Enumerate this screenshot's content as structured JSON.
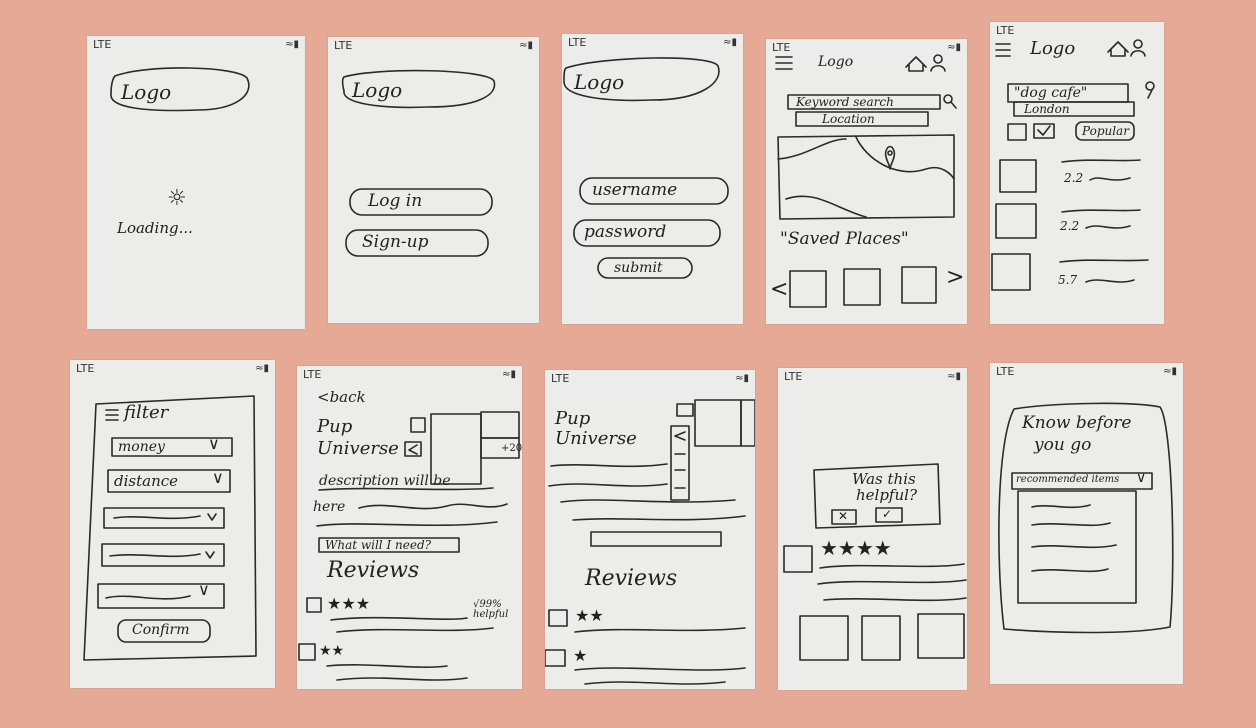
{
  "status_bar": {
    "carrier": "LTE",
    "signal": "≈▮"
  },
  "screens": {
    "loading": {
      "logo": "Logo",
      "spinner": "☼",
      "message": "Loading..."
    },
    "welcome": {
      "logo": "Logo",
      "login": "Log in",
      "signup": "Sign-up"
    },
    "login": {
      "logo": "Logo",
      "username": "username",
      "password": "password",
      "submit": "submit"
    },
    "search": {
      "logo": "Logo",
      "keyword": "Keyword search",
      "location": "Location",
      "saved_title": "\"Saved Places\"",
      "prev": "<",
      "next": ">"
    },
    "results": {
      "logo": "Logo",
      "query": "\"dog cafe\"",
      "location": "London",
      "sort": "Popular",
      "items": [
        "2.2",
        "2.2",
        "5.7"
      ]
    },
    "filter": {
      "title": "filter",
      "options": [
        "money",
        "distance",
        "",
        "",
        ""
      ],
      "confirm": "Confirm"
    },
    "detail": {
      "back": "<back",
      "name_line1": "Pup",
      "name_line2": "Universe",
      "photo_count": "+20",
      "description": "description will be",
      "description2": "here",
      "need_button": "What will I need?",
      "reviews_title": "Reviews",
      "helpful": "√99% helpful"
    },
    "detail_scroll": {
      "name_line1": "Pup",
      "name_line2": "Universe",
      "reviews_title": "Reviews"
    },
    "feedback": {
      "prompt_line1": "Was this",
      "prompt_line2": "helpful?",
      "no": "✕",
      "yes": "✓"
    },
    "know": {
      "title_line1": "Know before",
      "title_line2": "you go",
      "dropdown": "recommended items"
    }
  }
}
